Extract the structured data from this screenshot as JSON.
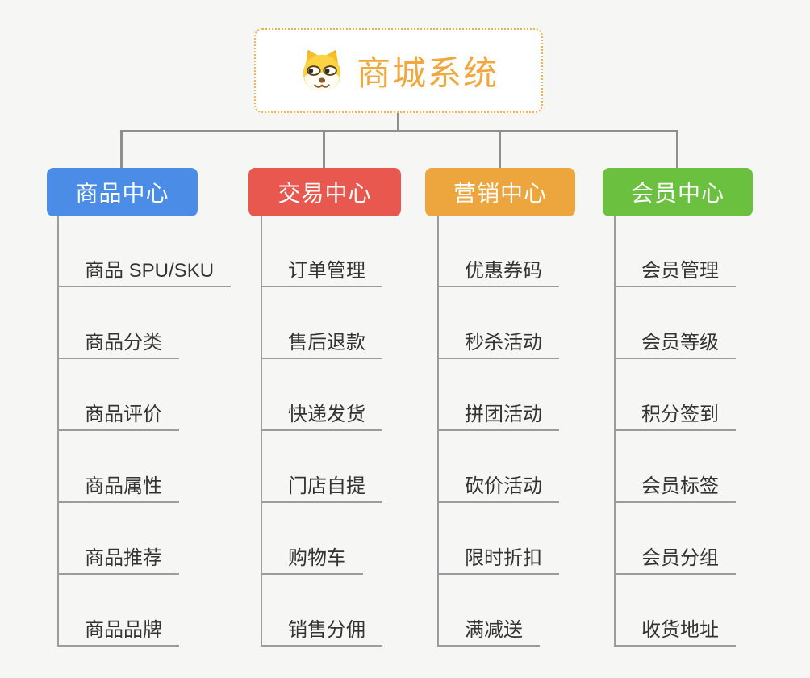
{
  "diagram": {
    "type": "mindmap-org-tree",
    "root": {
      "label": "商城系统",
      "icon": "dog-face-icon",
      "text_color": "#f0a73e",
      "border_color": "#f3b14e",
      "fill": "#ffffff"
    },
    "branches": [
      {
        "label": "商品中心",
        "color": "#4b8de6",
        "children": [
          "商品 SPU/SKU",
          "商品分类",
          "商品评价",
          "商品属性",
          "商品推荐",
          "商品品牌"
        ]
      },
      {
        "label": "交易中心",
        "color": "#e8584f",
        "children": [
          "订单管理",
          "售后退款",
          "快递发货",
          "门店自提",
          "购物车",
          "销售分佣"
        ]
      },
      {
        "label": "营销中心",
        "color": "#eca63d",
        "children": [
          "优惠券码",
          "秒杀活动",
          "拼团活动",
          "砍价活动",
          "限时折扣",
          "满减送"
        ]
      },
      {
        "label": "会员中心",
        "color": "#6bc13f",
        "children": [
          "会员管理",
          "会员等级",
          "积分签到",
          "会员标签",
          "会员分组",
          "收货地址"
        ]
      }
    ],
    "connector_color": "#8f8f8f",
    "child_line_color": "#9c9c9c",
    "background_color": "#f6f6f5"
  }
}
